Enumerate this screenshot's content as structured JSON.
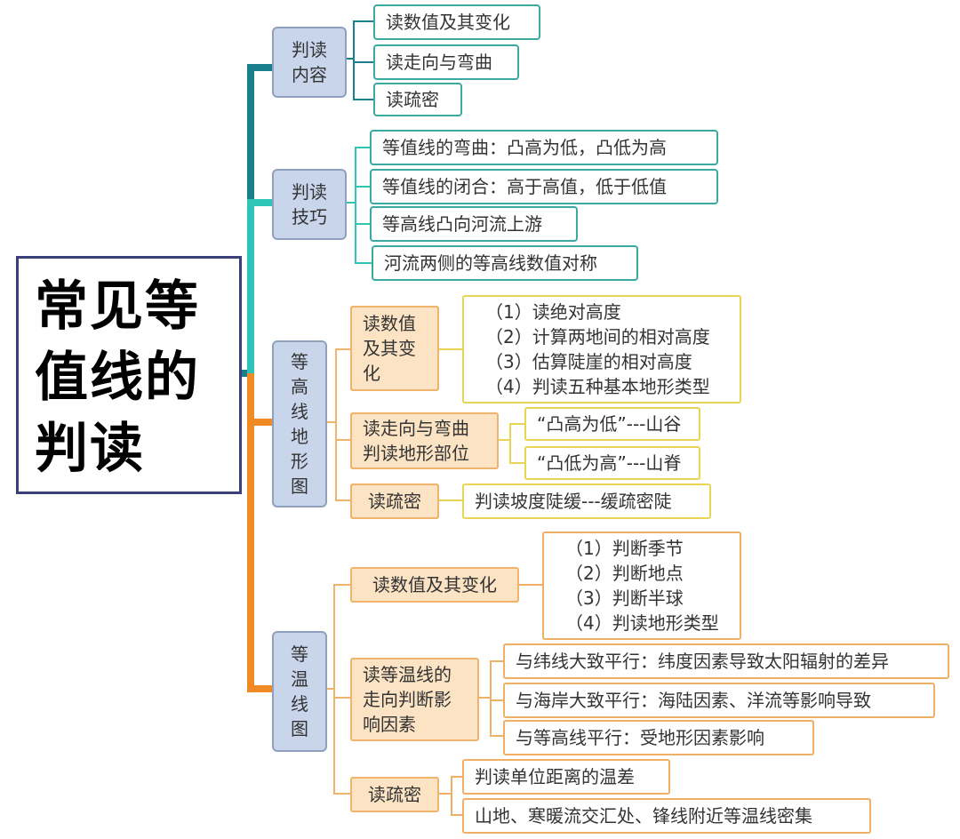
{
  "root": {
    "lines": [
      "常见等",
      "值线的",
      "判读"
    ]
  },
  "branch1": {
    "title": [
      "判读",
      "内容"
    ],
    "leaves": [
      "读数值及其变化",
      "读走向与弯曲",
      "读疏密"
    ]
  },
  "branch2": {
    "title": [
      "判读",
      "技巧"
    ],
    "leaves": [
      "等值线的弯曲：凸高为低，凸低为高",
      "等值线的闭合：高于高值，低于低值",
      "等高线凸向河流上游",
      "河流两侧的等高线数值对称"
    ]
  },
  "branch3": {
    "title": [
      "等",
      "高",
      "线",
      "地",
      "形",
      "图"
    ],
    "sub1": {
      "label": [
        "读数值",
        "及其变",
        "化"
      ],
      "items": [
        "（1）读绝对高度",
        "（2）计算两地间的相对高度",
        "（3）估算陡崖的相对高度",
        "（4）判读五种基本地形类型"
      ]
    },
    "sub2": {
      "label": [
        "读走向与弯曲",
        "判读地形部位"
      ],
      "leaves": [
        "“凸高为低”---山谷",
        "“凸低为高”---山脊"
      ]
    },
    "sub3": {
      "label": "读疏密",
      "leaf": "判读坡度陡缓---缓疏密陡"
    }
  },
  "branch4": {
    "title": [
      "等",
      "温",
      "线",
      "图"
    ],
    "sub1": {
      "label": "读数值及其变化",
      "items": [
        "（1）判断季节",
        "（2）判断地点",
        "（3）判断半球",
        "（4）判读地形类型"
      ]
    },
    "sub2": {
      "label": [
        "读等温线的",
        "走向判断影",
        "响因素"
      ],
      "leaves": [
        "与纬线大致平行：纬度因素导致太阳辐射的差异",
        "与海岸大致平行：海陆因素、洋流等影响导致",
        "与等高线平行：受地形因素影响"
      ]
    },
    "sub3": {
      "label": "读疏密",
      "leaves": [
        "判读单位距离的温差",
        "山地、寒暖流交汇处、锋线附近等温线密集"
      ]
    }
  },
  "colors": {
    "teal": "#1a7f8c",
    "cyan": "#2ec4b6",
    "orange": "#f08a24",
    "yellow_border": "#e8d553",
    "orange_border": "#efb066"
  }
}
